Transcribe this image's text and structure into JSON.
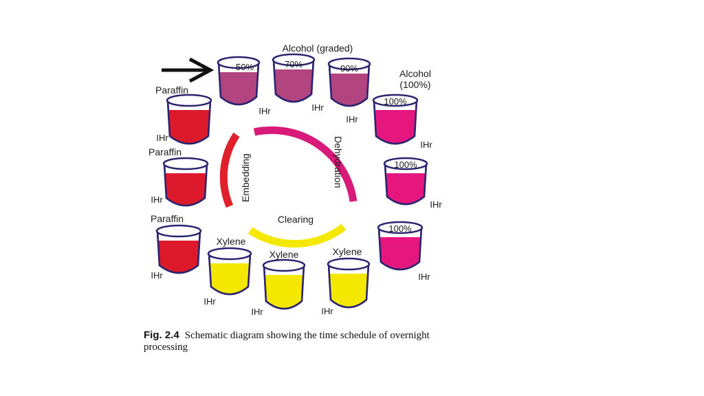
{
  "group_labels": {
    "alcohol_graded": "Alcohol (graded)",
    "alcohol_100_line1": "Alcohol",
    "alcohol_100_line2": "(100%)"
  },
  "beakers": [
    {
      "id": "b1",
      "name": "beaker-alcohol-50",
      "label": "",
      "pct": "50%",
      "time": "IHr",
      "color": "#b2457f"
    },
    {
      "id": "b2",
      "name": "beaker-alcohol-70",
      "label": "",
      "pct": "70%",
      "time": "IHr",
      "color": "#b2457f"
    },
    {
      "id": "b3",
      "name": "beaker-alcohol-90",
      "label": "",
      "pct": "90%",
      "time": "IHr",
      "color": "#b2457f"
    },
    {
      "id": "b4",
      "name": "beaker-alcohol-100-a",
      "label": "",
      "pct": "100%",
      "time": "IHr",
      "color": "#e5177e"
    },
    {
      "id": "b5",
      "name": "beaker-alcohol-100-b",
      "label": "",
      "pct": "100%",
      "time": "IHr",
      "color": "#e5177e"
    },
    {
      "id": "b6",
      "name": "beaker-alcohol-100-c",
      "label": "",
      "pct": "100%",
      "time": "IHr",
      "color": "#e5177e"
    },
    {
      "id": "b7",
      "name": "beaker-xylene-1",
      "label": "Xylene",
      "pct": "",
      "time": "IHr",
      "color": "#f5e800"
    },
    {
      "id": "b8",
      "name": "beaker-xylene-2",
      "label": "Xylene",
      "pct": "",
      "time": "IHr",
      "color": "#f5e800"
    },
    {
      "id": "b9",
      "name": "beaker-xylene-3",
      "label": "Xylene",
      "pct": "",
      "time": "IHr",
      "color": "#f5e800"
    },
    {
      "id": "b10",
      "name": "beaker-paraffin-1",
      "label": "Paraffin",
      "pct": "",
      "time": "IHr",
      "color": "#dc1a2c"
    },
    {
      "id": "b11",
      "name": "beaker-paraffin-2",
      "label": "Paraffin",
      "pct": "",
      "time": "IHr",
      "color": "#dc1a2c"
    },
    {
      "id": "b12",
      "name": "beaker-paraffin-3",
      "label": "Paraffin",
      "pct": "",
      "time": "IHr",
      "color": "#dc1a2c"
    }
  ],
  "arcs": [
    {
      "name": "dehydration",
      "label": "Dehydration",
      "color": "#d81b7a"
    },
    {
      "name": "clearing",
      "label": "Clearing",
      "color": "#f5e800"
    },
    {
      "name": "embedding",
      "label": "Embedding",
      "color": "#e0202a"
    }
  ],
  "caption": {
    "fig": "Fig. 2.4",
    "text": "Schematic diagram showing the time schedule of overnight processing"
  }
}
